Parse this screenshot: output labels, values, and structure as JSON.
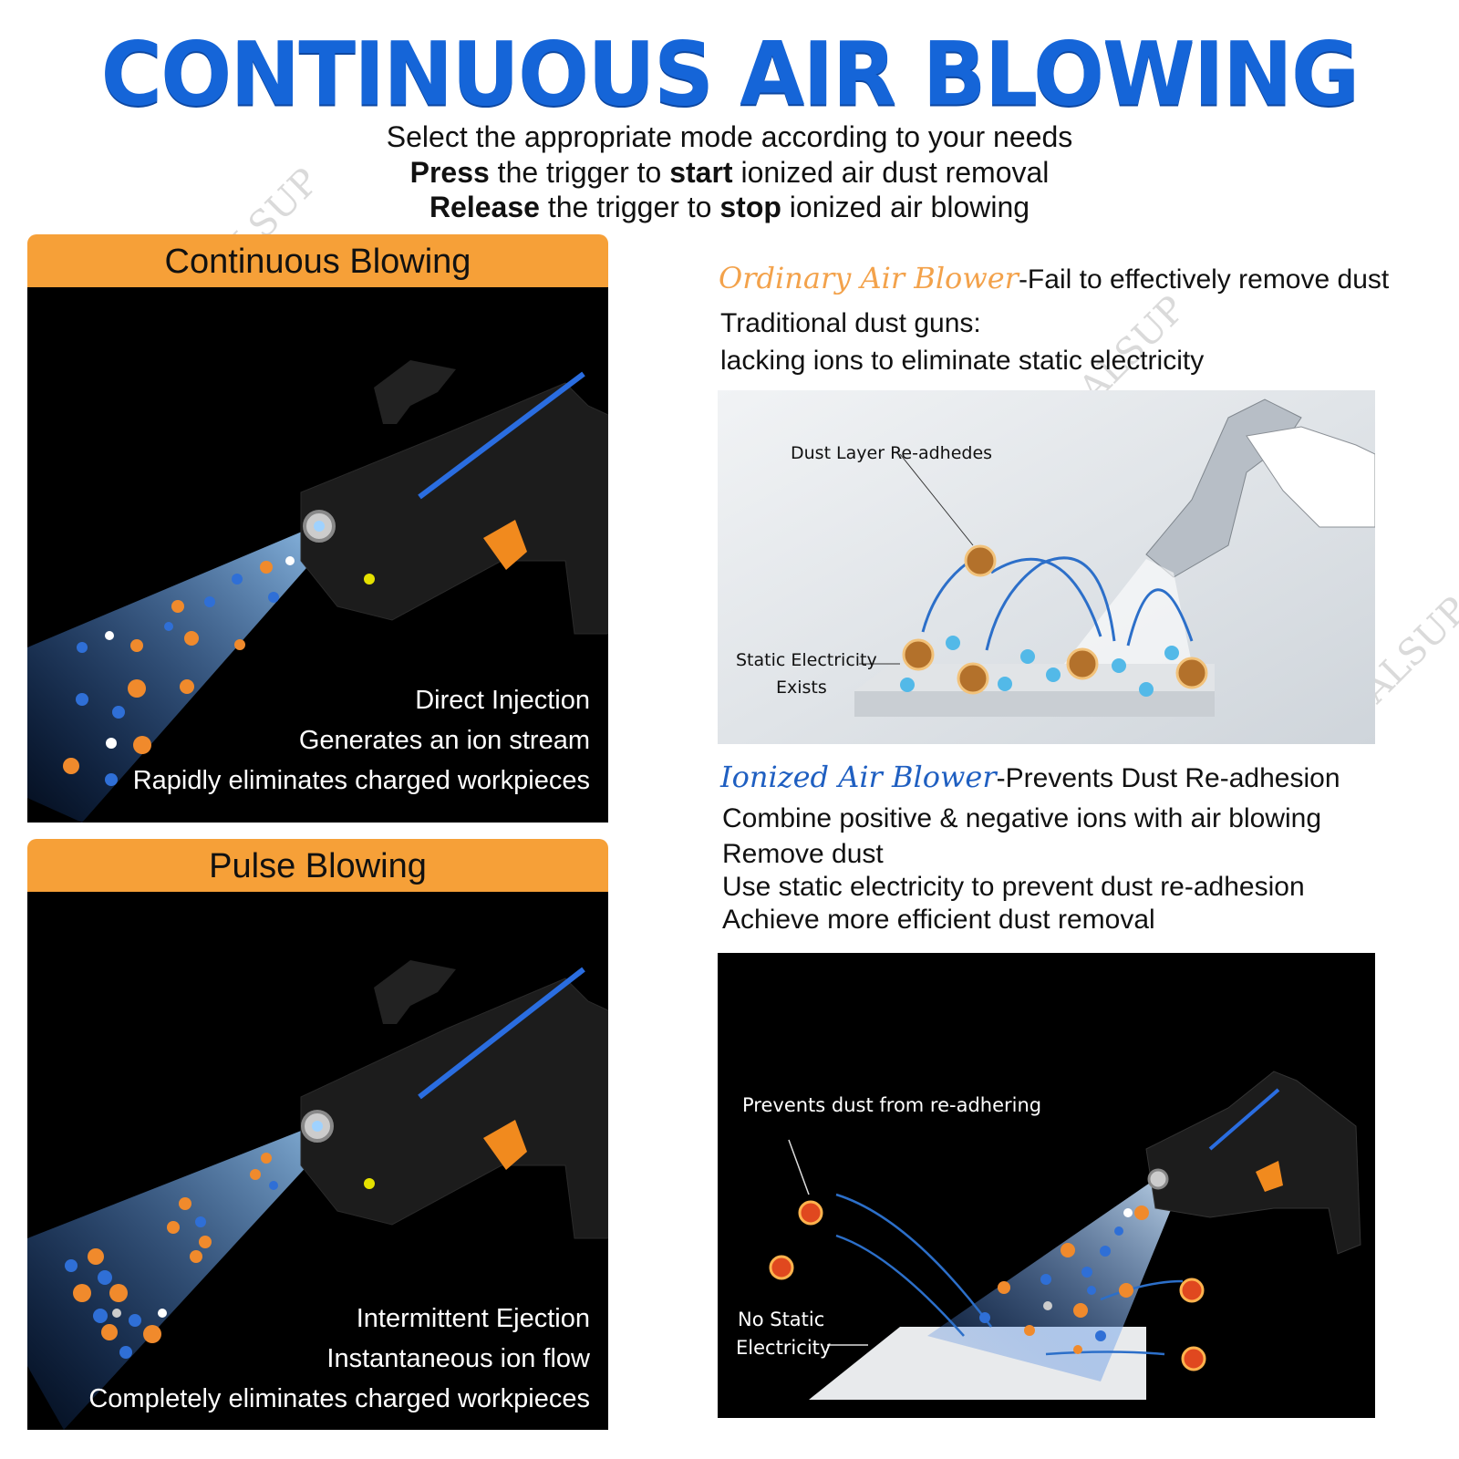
{
  "header": {
    "title": "CONTINUOUS AIR BLOWING",
    "line1": "Select the appropriate mode according to your needs",
    "line2": {
      "b1": "Press",
      "t1": " the trigger to ",
      "b2": "start",
      "t2": " ionized air dust removal"
    },
    "line3": {
      "b1": "Release",
      "t1": " the trigger to ",
      "b2": "stop",
      "t2": " ionized air blowing"
    }
  },
  "continuous": {
    "heading": "Continuous Blowing",
    "captions": [
      "Direct Injection",
      "Generates an ion stream",
      "Rapidly eliminates charged workpieces"
    ]
  },
  "pulse": {
    "heading": "Pulse Blowing",
    "captions": [
      "Intermittent Ejection",
      "Instantaneous ion flow",
      "Completely eliminates charged workpieces"
    ]
  },
  "ordinary": {
    "name": "Ordinary Air Blower",
    "tagline": "-Fail to effectively remove dust",
    "lines": [
      "Traditional dust guns:",
      "lacking ions to eliminate static electricity"
    ],
    "diagram": {
      "label_top": "Dust Layer Re-adhedes",
      "label_static_1": "Static Electricity",
      "label_static_2": "Exists"
    }
  },
  "ionized": {
    "name": "Ionized Air Blower",
    "tagline": "-Prevents Dust Re-adhesion",
    "lines": [
      "Combine positive & negative ions with air blowing",
      "Remove dust",
      "Use static electricity to prevent dust re-adhesion",
      "Achieve more efficient dust removal"
    ],
    "diagram": {
      "label_top": "Prevents dust from re-adhering",
      "label_static_1": "No Static",
      "label_static_2": "Electricity"
    }
  },
  "watermark": "ALSUP",
  "colors": {
    "title_blue": "#1565d8",
    "orange": "#f6a038",
    "ion_orange": "#f08a2c",
    "ion_blue": "#2f6fd6",
    "gun_accent": "#2a6de0"
  }
}
